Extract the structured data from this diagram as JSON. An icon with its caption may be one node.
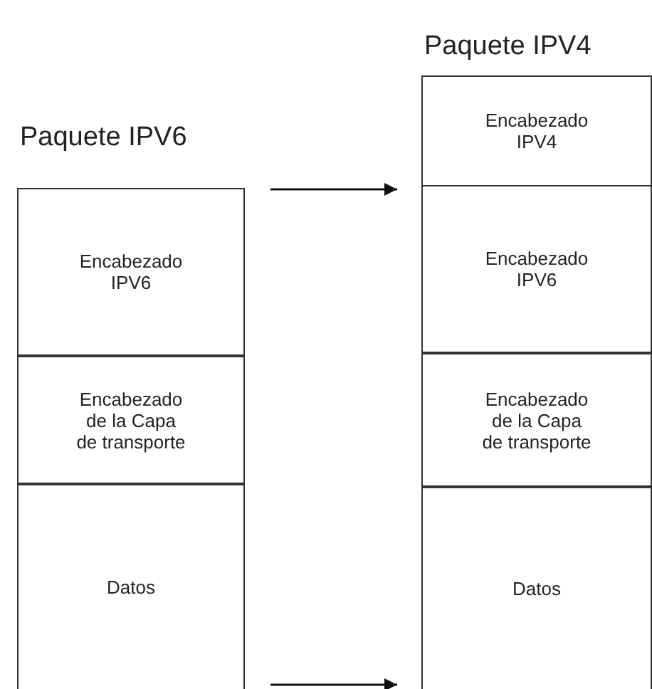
{
  "diagram": {
    "nodes": [
      {
        "text": [
          "Paquete IPV6"
        ]
      },
      {
        "text": [
          "Encabezado IPV6"
        ],
        "in": 0
      },
      {
        "text": [
          "Encabezado de la Capa de transporte"
        ],
        "in": 0
      },
      {
        "text": [
          "Datos"
        ],
        "in": 0
      },
      {
        "text": [
          "Paquete IPV4"
        ]
      },
      {
        "text": [
          "Encabezado IPV4"
        ],
        "in": 4
      },
      {
        "text": [
          "Encabezado IPV6"
        ],
        "in": 4
      },
      {
        "text": [
          "Encabezado de la Capa de transporte"
        ],
        "in": 4
      },
      {
        "text": [
          "Datos"
        ],
        "in": 4
      }
    ],
    "edges": [
      {
        "from": 0,
        "to": 4,
        "arrow": "to"
      },
      {
        "from": 3,
        "to": 8,
        "arrow": "to"
      }
    ]
  }
}
